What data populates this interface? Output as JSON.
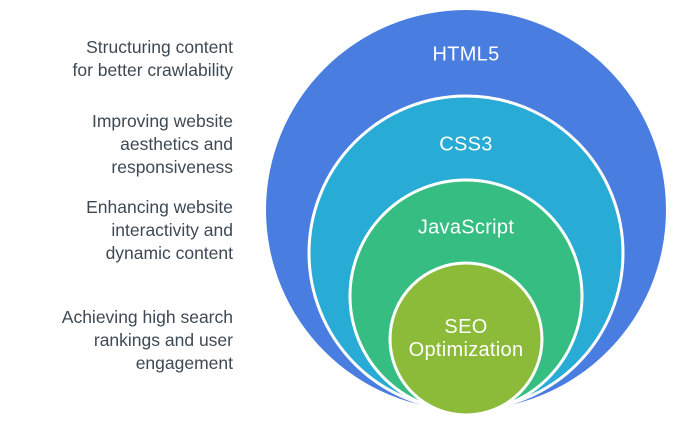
{
  "diagram": {
    "type": "nested-circles",
    "rings": [
      {
        "label": "HTML5",
        "color": "#4a7de0",
        "description": "Structuring content\nfor better crawlability"
      },
      {
        "label": "CSS3",
        "color": "#28abd4",
        "description": "Improving website\naesthetics and\nresponsiveness"
      },
      {
        "label": "JavaScript",
        "color": "#36bd81",
        "description": "Enhancing website\ninteractivity and\ndynamic content"
      },
      {
        "label": "SEO\nOptimization",
        "color": "#8cbb3a",
        "description": "Achieving high search\nrankings and user\nengagement"
      }
    ],
    "colors": {
      "ring_label_text": "#ffffff",
      "annotation_text": "#3e4953",
      "ring_border": "#ffffff",
      "background": "#ffffff"
    }
  }
}
